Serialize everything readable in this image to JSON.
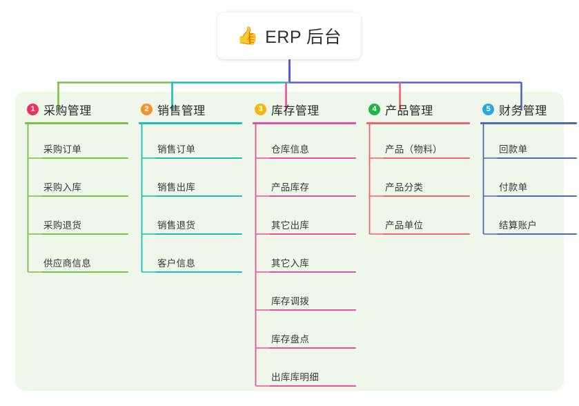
{
  "root": {
    "icon": "thumbs-up-emoji",
    "emoji": "👍",
    "title": "ERP 后台"
  },
  "theme": {
    "panel_bg": "#eef7e9",
    "page_bg": "#ffffff",
    "trunk_color": "#5b5bd6",
    "text_color": "#2c2c2c"
  },
  "branches": [
    {
      "number": "1",
      "label": "采购管理",
      "badge_color": "#f0305c",
      "line_color": "#7ac143",
      "children": [
        {
          "label": "采购订单"
        },
        {
          "label": "采购入库"
        },
        {
          "label": "采购退货"
        },
        {
          "label": "供应商信息"
        }
      ]
    },
    {
      "number": "2",
      "label": "销售管理",
      "badge_color": "#f5922f",
      "line_color": "#17bfb4",
      "children": [
        {
          "label": "销售订单"
        },
        {
          "label": "销售出库"
        },
        {
          "label": "销售退货"
        },
        {
          "label": "客户信息"
        }
      ]
    },
    {
      "number": "3",
      "label": "库存管理",
      "badge_color": "#f5b512",
      "line_color": "#ee4d9b",
      "children": [
        {
          "label": "仓库信息"
        },
        {
          "label": "产品库存"
        },
        {
          "label": "其它出库"
        },
        {
          "label": "其它入库"
        },
        {
          "label": "库存调拨"
        },
        {
          "label": "库存盘点"
        },
        {
          "label": "出库库明细"
        }
      ]
    },
    {
      "number": "4",
      "label": "产品管理",
      "badge_color": "#21b24b",
      "line_color": "#f4606c",
      "children": [
        {
          "label": "产品（物料）"
        },
        {
          "label": "产品分类"
        },
        {
          "label": "产品单位"
        }
      ]
    },
    {
      "number": "5",
      "label": "财务管理",
      "badge_color": "#29a8e0",
      "line_color": "#4a66c8",
      "children": [
        {
          "label": "回款单"
        },
        {
          "label": "付款单"
        },
        {
          "label": "结算账户"
        }
      ]
    }
  ],
  "layout": {
    "branch_x": [
      36,
      201,
      366,
      531,
      696
    ],
    "branch_width": [
      150,
      150,
      150,
      150,
      140
    ],
    "leaf_row_height": 55,
    "first_leaf_height": 50
  }
}
